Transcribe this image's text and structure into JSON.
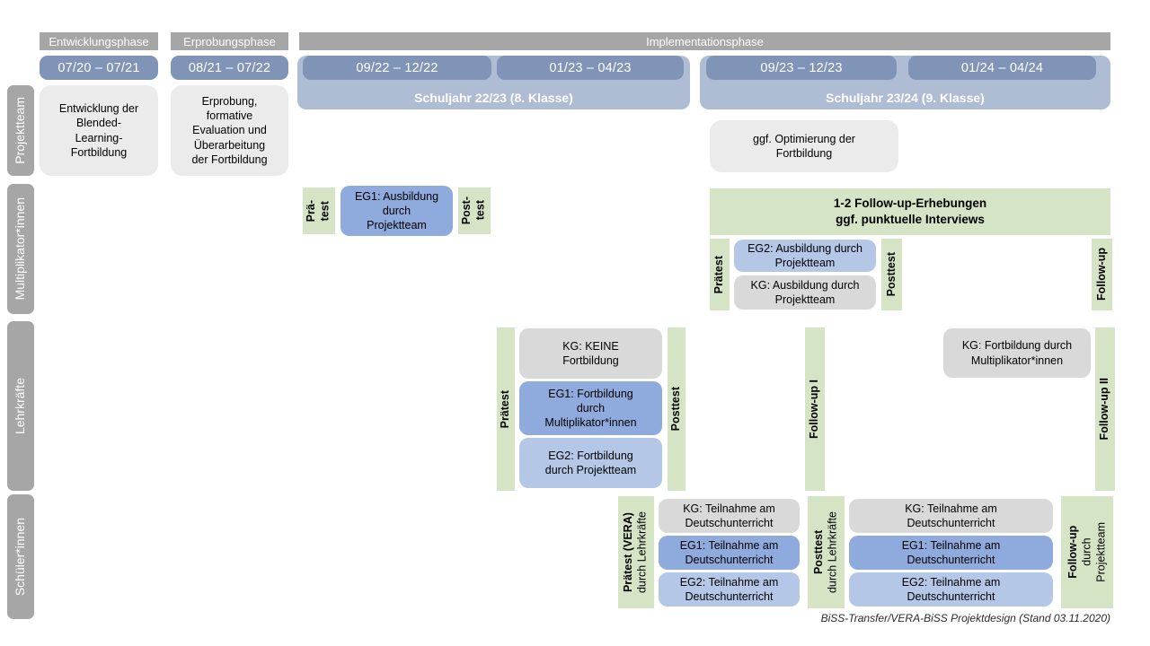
{
  "palette": {
    "band_gray": "#a6a6a6",
    "date_blue": "#8094b8",
    "year_blue": "#aebcd4",
    "box_gray_light": "#ebebeb",
    "kg_gray": "#d9d9d9",
    "eg1_blue": "#8faadc",
    "eg2_blue": "#b4c7e7",
    "green": "#d6e4c6",
    "text_white": "#ffffff",
    "text_dark": "#000000"
  },
  "phases": {
    "p1": "Entwicklungsphase",
    "p2": "Erprobungsphase",
    "p3": "Implementationsphase"
  },
  "timeline": {
    "d1": "07/20 – 07/21",
    "d2": "08/21 – 07/22",
    "d3": "09/22 – 12/22",
    "d4": "01/23 – 04/23",
    "d5": "09/23 – 12/23",
    "d6": "01/24 – 04/24",
    "year1": "Schuljahr 22/23 (8. Klasse)",
    "year2": "Schuljahr 23/24 (9. Klasse)"
  },
  "sidebar": {
    "row1": "Projektteam",
    "row2": "Multiplikator*innen",
    "row3": "Lehrkräfte",
    "row4": "Schüler*innen"
  },
  "projektteam": {
    "entwicklung": "Entwicklung der\nBlended-\nLearning-\nFortbildung",
    "erprobung": "Erprobung,\nformative\nEvaluation und\nÜberarbeitung\nder Fortbildung",
    "optimierung": "ggf. Optimierung der\nFortbildung"
  },
  "multiplikatoren": {
    "praetest1_l1": "Prä-",
    "praetest1_l2": "test",
    "eg1": "EG1: Ausbildung\ndurch\nProjektteam",
    "posttest1_l1": "Post-",
    "posttest1_l2": "test",
    "followup_banner": "1-2 Follow-up-Erhebungen\nggf. punktuelle Interviews",
    "praetest2": "Prätest",
    "eg2": "EG2: Ausbildung durch\nProjektteam",
    "kg": "KG: Ausbildung durch\nProjektteam",
    "posttest2": "Posttest",
    "followup": "Follow-up"
  },
  "lehrkraefte": {
    "praetest": "Prätest",
    "kg": "KG: KEINE\nFortbildung",
    "eg1": "EG1: Fortbildung\ndurch\nMultiplikator*innen",
    "eg2": "EG2: Fortbildung\ndurch Projektteam",
    "posttest": "Posttest",
    "followup1": "Follow-up I",
    "kg2": "KG: Fortbildung durch\nMultiplikator*innen",
    "followup2": "Follow-up II"
  },
  "schueler": {
    "praetest_l1": "Prätest (VERA)",
    "praetest_l2": "durch Lehrkräfte",
    "kg1": "KG: Teilnahme am\nDeutschunterricht",
    "eg1a": "EG1: Teilnahme am\nDeutschunterricht",
    "eg2a": "EG2: Teilnahme am\nDeutschunterricht",
    "posttest_l1": "Posttest",
    "posttest_l2": "durch Lehrkräfte",
    "kg2": "KG: Teilnahme am\nDeutschunterricht",
    "eg1b": "EG1: Teilnahme am\nDeutschunterricht",
    "eg2b": "EG2: Teilnahme am\nDeutschunterricht",
    "followup_l1": "Follow-up",
    "followup_l2": "durch",
    "followup_l3": "Projektteam"
  },
  "caption": "BiSS-Transfer/VERA-BiSS Projektdesign (Stand 03.11.2020)"
}
